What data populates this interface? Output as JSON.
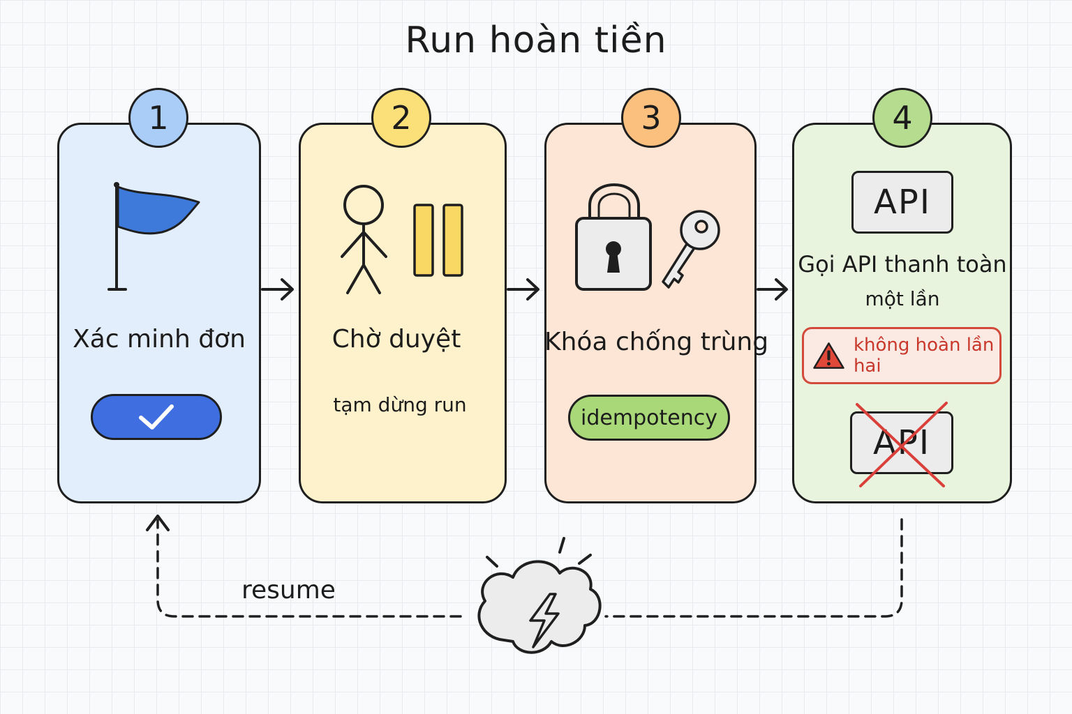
{
  "title": "Run hoàn tiền",
  "steps": [
    {
      "number": "1",
      "label": "Xác minh đơn",
      "color": "#e3eefc"
    },
    {
      "number": "2",
      "label": "Chờ duyệt",
      "sublabel": "tạm dừng run",
      "color": "#fdf2cc"
    },
    {
      "number": "3",
      "label": "Khóa chống trùng",
      "tag": "idempotency",
      "color": "#fde6d5"
    },
    {
      "number": "4",
      "api": "API",
      "label_line1": "Gọi API thanh toàn",
      "label_line2": "một lần",
      "warning": "không hoàn lần hai",
      "api_crossed": "API",
      "color": "#e8f4de"
    }
  ],
  "loop": {
    "label": "resume"
  },
  "icons": [
    "flag-icon",
    "checkmark-icon",
    "stick-figure-icon",
    "pause-icon",
    "padlock-icon",
    "key-icon",
    "warning-triangle-icon",
    "red-x-icon",
    "storm-cloud-icon"
  ]
}
